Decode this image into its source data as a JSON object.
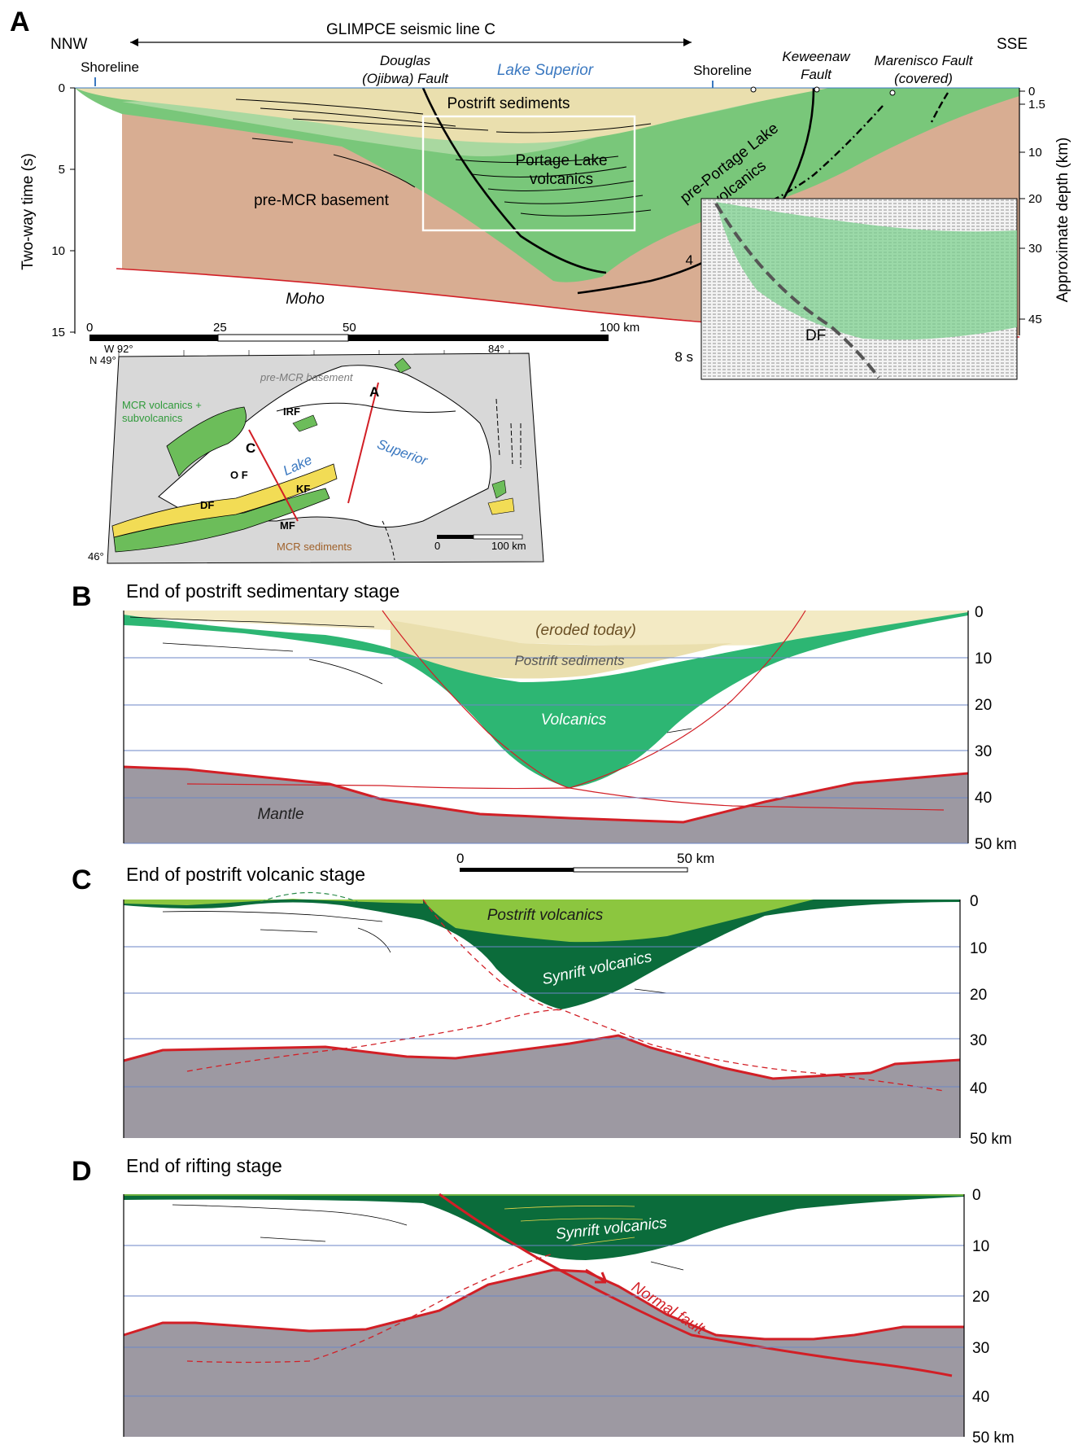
{
  "panel_a": {
    "letter": "A",
    "line_title": "GLIMPCE seismic line C",
    "nnw": "NNW",
    "sse": "SSE",
    "shoreline_left": "Shoreline",
    "shoreline_right": "Shoreline",
    "douglas_1": "Douglas",
    "douglas_2": "(Ojibwa) Fault",
    "lake_superior": "Lake Superior",
    "keweenaw_1": "Keweenaw",
    "keweenaw_2": "Fault",
    "marenisco_1": "Marenisco Fault",
    "marenisco_2": "(covered)",
    "postrift_sediments": "Postrift sediments",
    "portage_1": "Portage Lake",
    "portage_2": "volcanics",
    "preportage_1": "pre-Portage Lake",
    "preportage_2": "volcanics",
    "basement": "pre-MCR basement",
    "moho": "Moho",
    "y_axis_label": "Two-way time (s)",
    "y_ticks": [
      "0",
      "5",
      "10",
      "15"
    ],
    "depth_axis_label": "Approximate depth (km)",
    "depth_ticks": [
      "0",
      "1.5",
      "10",
      "20",
      "30",
      "45"
    ],
    "scale_ticks": [
      "0",
      "25",
      "50",
      "100 km"
    ],
    "inset_ticks": [
      "4",
      "8 s"
    ],
    "inset_df": "DF"
  },
  "map": {
    "coord_w": "W 92°",
    "coord_n": "N 49°",
    "coord_84": "84°",
    "coord_46": "46°",
    "basement": "pre-MCR basement",
    "volcanics_1": "MCR volcanics +",
    "volcanics_2": "subvolcanics",
    "irf": "IRF",
    "line_c": "C",
    "line_a": "A",
    "lake": "Lake",
    "superior": "Superior",
    "of": "O F",
    "df": "DF",
    "kf": "KF",
    "mf": "MF",
    "sediments": "MCR sediments",
    "scale_0": "0",
    "scale_100": "100 km"
  },
  "panel_b": {
    "letter": "B",
    "title": "End of postrift sedimentary stage",
    "eroded": "(eroded today)",
    "postrift_sediments": "Postrift sediments",
    "volcanics": "Volcanics",
    "mantle": "Mantle",
    "ticks": [
      "0",
      "10",
      "20",
      "30",
      "40",
      "50 km"
    ],
    "scale_0": "0",
    "scale_50": "50 km"
  },
  "panel_c": {
    "letter": "C",
    "title": "End of postrift volcanic stage",
    "postrift_volcanics": "Postrift volcanics",
    "synrift_volcanics": "Synrift volcanics",
    "ticks": [
      "0",
      "10",
      "20",
      "30",
      "40",
      "50 km"
    ]
  },
  "panel_d": {
    "letter": "D",
    "title": "End of rifting stage",
    "synrift_volcanics": "Synrift volcanics",
    "normal_fault": "Normal fault",
    "ticks": [
      "0",
      "10",
      "20",
      "30",
      "40",
      "50 km"
    ]
  },
  "colors": {
    "sediment": "#eadfae",
    "sediment_light": "#f3eac4",
    "basement": "#d8ad92",
    "volcanic_light": "#a9d8a0",
    "volcanic_mid": "#79c77a",
    "volcanic_green": "#2db673",
    "synrift_dark": "#0b6c3b",
    "postrift_volc": "#8cc63f",
    "mantle": "#9d99a2",
    "moho_red": "#d21f26",
    "grid_blue": "#6b86c7",
    "lake_blue": "#3a78c0",
    "map_grey": "#d8d8d8",
    "map_yellow": "#f2dc55",
    "map_green": "#6cbd5a"
  }
}
